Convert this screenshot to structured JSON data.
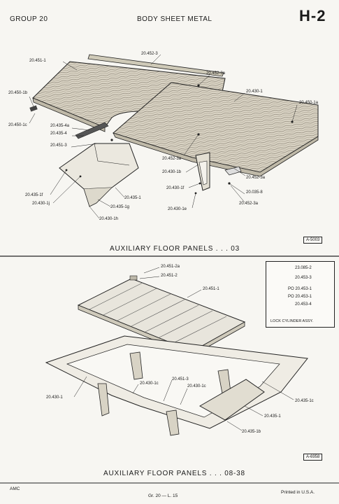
{
  "header": {
    "group": "GROUP 20",
    "title": "BODY SHEET METAL",
    "page_id": "H-2"
  },
  "section1": {
    "caption": "AUXILIARY FLOOR PANELS . . . 03",
    "figure_id": "A-5003",
    "labels": {
      "l1": "20.451-1",
      "l2": "20.452-3",
      "l3": "20.452-3a",
      "l4": "20.430-1",
      "l5": "20.450-1a",
      "l6": "20.450-1b",
      "l7": "20.450-1c",
      "l8": "20.435-4a",
      "l9": "20.435-4",
      "l10": "20.451-3",
      "l11": "20.452-3a",
      "l12": "20.430-1b",
      "l13": "20.452-3a",
      "l14": "20.430-1f",
      "l15": "20.035-8",
      "l16": "20.452-3a",
      "l17": "20.430-1e",
      "l18": "20.435-1f",
      "l19": "20.435-1",
      "l20": "20.430-1j",
      "l21": "20.435-1g",
      "l22": "20.430-1h"
    }
  },
  "section2": {
    "caption": "AUXILIARY FLOOR PANELS . . . 08-38",
    "figure_id": "A-6958",
    "labels": {
      "m1": "20.451-2a",
      "m2": "20.451-2",
      "m3": "20.451-1",
      "m4": "20.430-1",
      "m5": "20.430-1c",
      "m6": "20.451-3",
      "m7": "20.430-1c",
      "m8": "20.435-1c",
      "m9": "20.435-1",
      "m10": "20.435-1b"
    },
    "inset": {
      "labels": [
        "23.085-2",
        "20.453-3",
        "PO 20.453-1",
        "PO 20.453-1",
        "20.453-4"
      ],
      "caption": "LOCK CYLINDER ASSY."
    }
  },
  "footer": {
    "left": "AMC",
    "center": "Gr. 20 — L. 15",
    "right": "Printed in U.S.A."
  }
}
